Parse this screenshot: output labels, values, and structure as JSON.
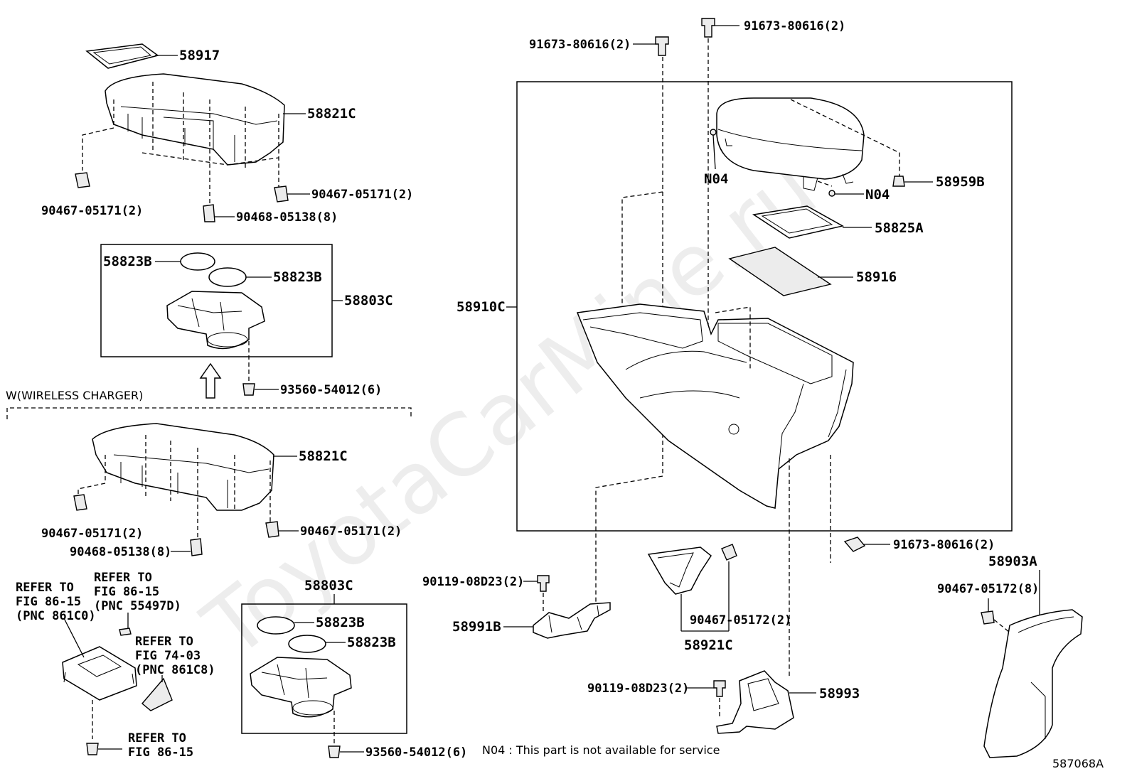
{
  "watermark": "ToyotaCarMine.ru",
  "figure_id": "587068A",
  "note": "N04 : This part is not available for service",
  "condition_label": "W(WIRELESS CHARGER)",
  "labels": {
    "p58917": "58917",
    "p58821c_top": "58821C",
    "clip_top_left": "90467-05171(2)",
    "clip_top_right": "90467-05171(2)",
    "clip_top_mid": "90468-05138(8)",
    "p58823b_a": "58823B",
    "p58823b_b": "58823B",
    "p58803c_top": "58803C",
    "screw_top": "93560-54012(6)",
    "p58821c_bot": "58821C",
    "clip_bot_left": "90467-05171(2)",
    "clip_bot_right": "90467-05171(2)",
    "clip_bot_mid": "90468-05138(8)",
    "p58803c_bot": "58803C",
    "p58823b_c": "58823B",
    "p58823b_d": "58823B",
    "screw_bot": "93560-54012(6)",
    "bolt_a": "91673-80616(2)",
    "bolt_b": "91673-80616(2)",
    "bolt_c": "91673-80616(2)",
    "p58910c": "58910C",
    "n04_a": "N04",
    "n04_b": "N04",
    "p58959b": "58959B",
    "p58825a": "58825A",
    "p58916": "58916",
    "bolt_d": "90119-08D23(2)",
    "p58991b": "58991B",
    "clip_58921": "90467-05172(2)",
    "p58921c": "58921C",
    "bolt_e": "90119-08D23(2)",
    "p58993": "58993",
    "p58903a": "58903A",
    "clip_58903": "90467-05172(8)"
  },
  "refs": {
    "ref1": [
      "REFER TO",
      "FIG 86-15",
      "(PNC 861C0)"
    ],
    "ref2": [
      "REFER TO",
      "FIG 86-15",
      "(PNC 55497D)"
    ],
    "ref3": [
      "REFER TO",
      "FIG 74-03",
      "(PNC 861C8)"
    ],
    "ref4": [
      "REFER TO",
      "FIG 86-15"
    ]
  }
}
